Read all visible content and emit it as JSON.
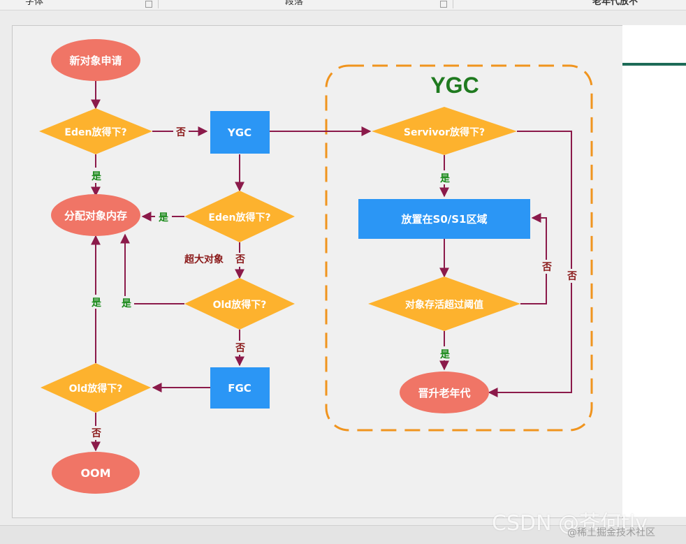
{
  "toolbar": {
    "group_font": "字体",
    "group_paragraph": "段落",
    "group_right": "老年代放不"
  },
  "colors": {
    "start_end": "#f07566",
    "decision": "#fdb22e",
    "process": "#2b96f5",
    "arrow": "#8b1a4a",
    "yes_label": "#1a8a1a",
    "no_label": "#8b1a1a",
    "ygc_border": "#f0941e",
    "ygc_title": "#1f7a1f"
  },
  "diagram": {
    "new_object": "新对象申请",
    "eden_fit_1": "Eden放得下?",
    "ygc_box": "YGC",
    "allocate_memory": "分配对象内存",
    "eden_fit_2": "Eden放得下?",
    "oversize_object": "超大对象",
    "old_fit_1": "Old放得下?",
    "fgc_box": "FGC",
    "old_fit_2": "Old放得下?",
    "oom": "OOM",
    "ygc_region_title": "YGC",
    "survivor_fit": "Servivor放得下?",
    "place_s0s1": "放置在S0/S1区域",
    "age_threshold": "对象存活超过阈值",
    "promote_old": "晋升老年代",
    "yes": "是",
    "no": "否"
  },
  "watermark": {
    "main": "CSDN @苍何tlv",
    "sub": "@稀土掘金技术社区"
  }
}
